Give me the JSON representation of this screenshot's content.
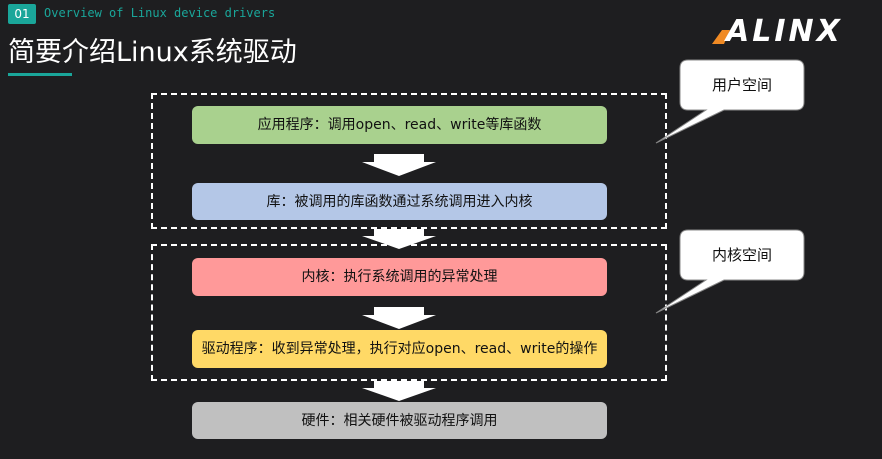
{
  "header": {
    "badge": "01",
    "subtitle": "Overview of Linux device drivers",
    "title": "简要介绍Linux系统驱动",
    "logo_text": "ALINX"
  },
  "diagram": {
    "boxes": [
      {
        "label": "应用程序：调用open、read、write等库函数",
        "color": "#a9d18e"
      },
      {
        "label": "库：被调用的库函数通过系统调用进入内核",
        "color": "#b4c7e7"
      },
      {
        "label": "内核：执行系统调用的异常处理",
        "color": "#ff9999"
      },
      {
        "label": "驱动程序：收到异常处理，执行对应open、read、write的操作",
        "color": "#ffd966"
      },
      {
        "label": "硬件：相关硬件被驱动程序调用",
        "color": "#c0c0c0"
      }
    ],
    "callouts": [
      {
        "label": "用户空间"
      },
      {
        "label": "内核空间"
      }
    ]
  },
  "colors": {
    "accent": "#1aa69a",
    "logo_orange": "#f08a24",
    "background": "#1e1e20"
  }
}
